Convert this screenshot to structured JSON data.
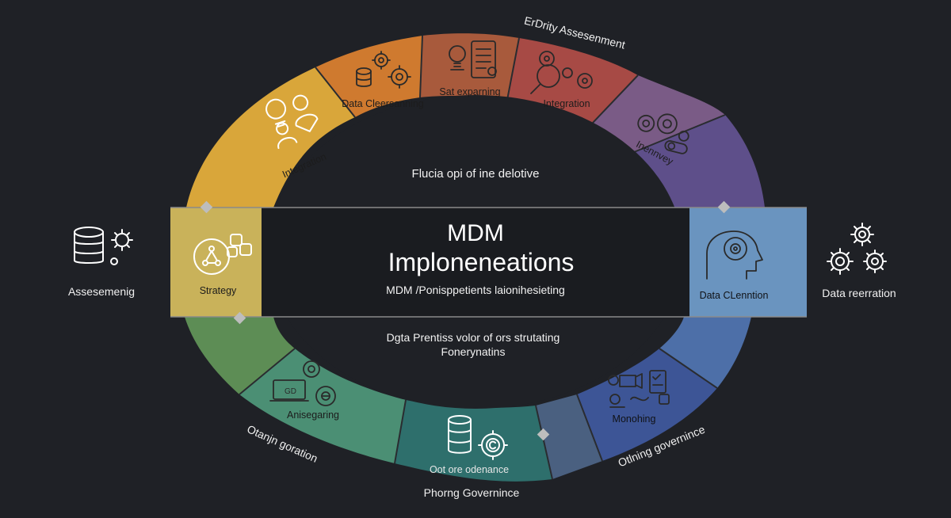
{
  "colors": {
    "background": "#1f2126",
    "band": "#1a1c20",
    "segments": {
      "strategy": "#c9b25a",
      "integration_left": "#d9a63a",
      "data_cleansing": "#cf7a2f",
      "set_planning": "#a85a3c",
      "integration_top": "#a74a45",
      "inventory": "#7a5b86",
      "right_upper": "#5e4f8a",
      "data_clenntion": "#6a94bf",
      "right_lower": "#4d6fa8",
      "monitoring": "#3d5596",
      "bottom_right": "#4a6080",
      "bottom_center": "#2e6f6c",
      "anisgaring": "#4b8f74",
      "left_lower": "#5d8d55"
    }
  },
  "center": {
    "top_caption": "Flucia opi of ine delotive",
    "title_line1": "MDM",
    "title_line2": "Imploneneations",
    "subtitle": "MDM /Ponisppetients laionihesieting",
    "bottom_line1": "Dgta Prentiss volor of ors strutating",
    "bottom_line2": "Fonerynatins"
  },
  "segments": {
    "strategy": "Strategy",
    "integration_left": "Integration",
    "data_cleansing": "Data Cleersanning",
    "set_planning": "Sat exparning",
    "integration_top": "Integration",
    "inventory": "Inennvey",
    "data_clenntion": "Data CLenntion",
    "monitoring": "Monohing",
    "bottom_center": "Oot ore odenance",
    "anisgaring": "Anisegaring"
  },
  "outer_labels": {
    "top_right": "ErDrity Assesenment",
    "left": "Assesemenig",
    "right": "Data reerration",
    "bottom_left": "Otanjn goration",
    "bottom_center": "Phorng Governince",
    "bottom_right": "Otlning governince"
  },
  "icons": {
    "left": "database-gear-icon",
    "right": "gears-icon",
    "strategy": "network-icon",
    "integration_left": "people-bulb-icon",
    "data_cleansing": "database-gears-icon",
    "set_planning": "bulb-document-icon",
    "integration_top": "magnifier-gears-icon",
    "inventory": "gears-toggle-icon",
    "data_clenntion": "head-gear-icon",
    "monitoring": "monitor-checklist-icon",
    "bottom_center": "database-copyright-icon",
    "anisgaring": "laptop-gears-icon"
  }
}
